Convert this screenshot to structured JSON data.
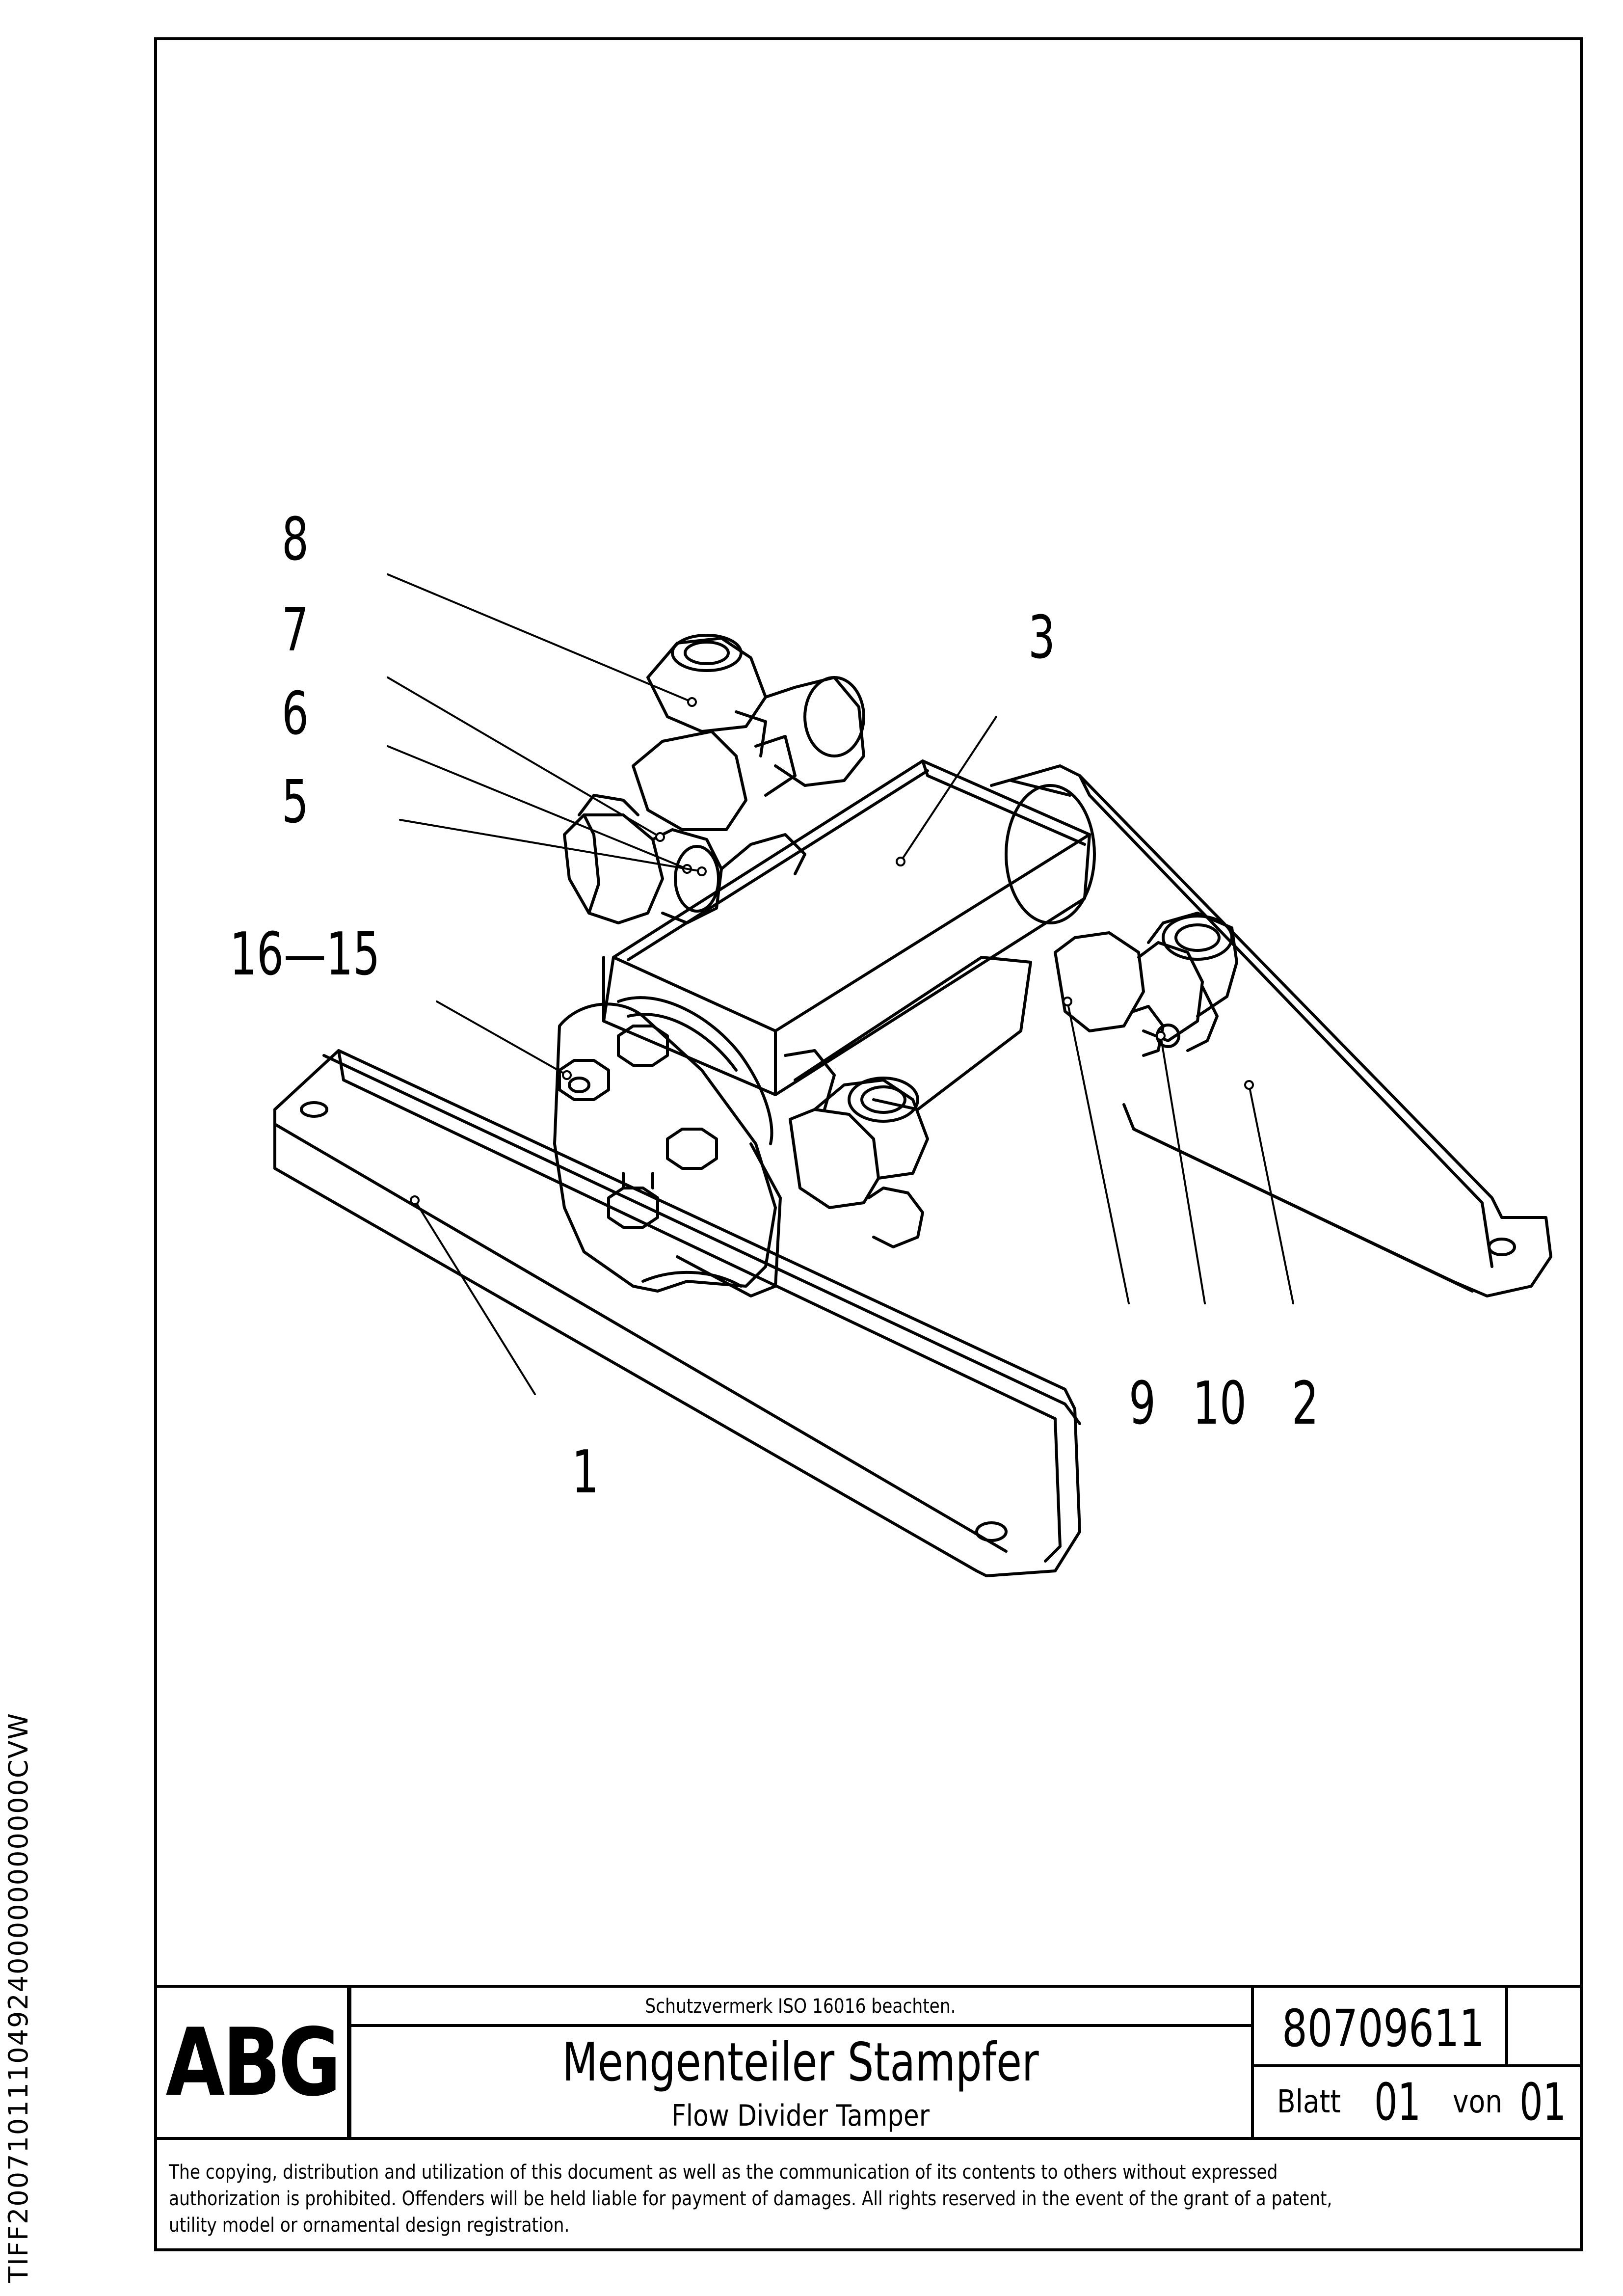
{
  "side_code": "TIFF2007101110492400000000000CVW",
  "callouts": {
    "c8": "8",
    "c7": "7",
    "c6": "6",
    "c5": "5",
    "c3": "3",
    "c16_15": "16—15",
    "c9": "9",
    "c10": "10",
    "c2": "2",
    "c1": "1"
  },
  "title_block": {
    "logo": "ABG",
    "protection_notice": "Schutzvermerk ISO 16016 beachten.",
    "title_de": "Mengenteiler Stampfer",
    "title_en": "Flow Divider Tamper",
    "doc_number": "80709611",
    "sheet_label": "Blatt",
    "sheet_number": "01",
    "of_label": "von",
    "sheet_total": "01"
  },
  "copyright": "The copying, distribution and utilization of this document as well as the communication of its contents to others without expressed authorization is prohibited. Offenders will be held liable for payment of damages. All rights reserved in the event of the grant of a patent, utility model or ornamental design registration."
}
